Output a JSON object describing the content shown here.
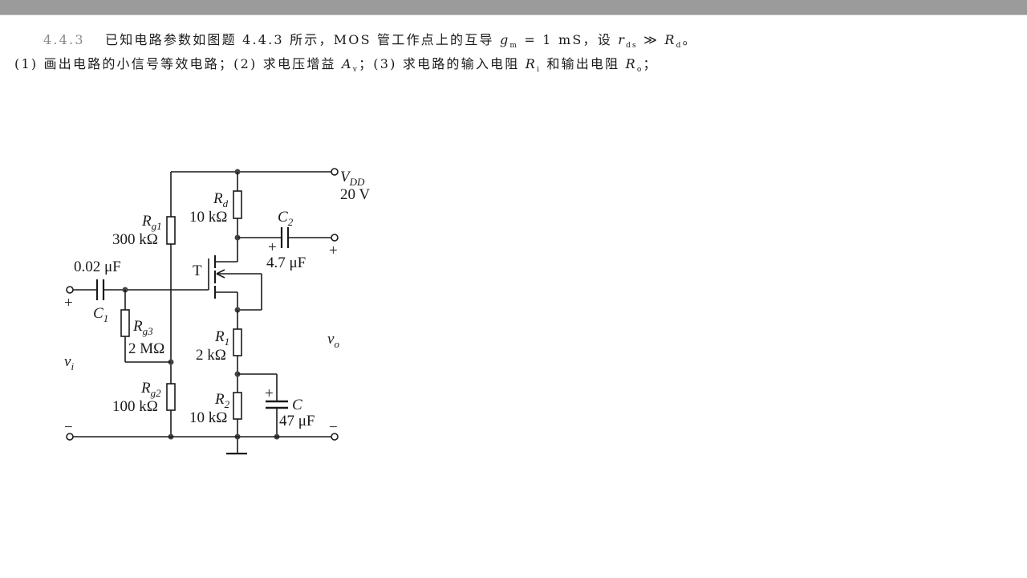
{
  "problem": {
    "number": "4.4.3",
    "statement_prefix": "已知电路参数如图题 4.4.3 所示，MOS 管工作点上的互导 ",
    "gm_symbol": "g",
    "gm_sub": "m",
    "gm_value": " = 1 mS，设 ",
    "rds_symbol": "r",
    "rds_sub": "ds",
    "relation": " ≫ ",
    "rd_symbol": "R",
    "rd_sub": "d",
    "statement_end": "。",
    "q1": "(1) 画出电路的小信号等效电路；",
    "q2_prefix": "(2) 求电压增益 ",
    "av_symbol": "A",
    "av_sub": "v",
    "q2_end": "；",
    "q3_prefix": "(3) 求电路的输入电阻 ",
    "ri_symbol": "R",
    "ri_sub": "i",
    "q3_mid": " 和输出电阻 ",
    "ro_symbol": "R",
    "ro_sub": "o",
    "q3_end": "；"
  },
  "circuit": {
    "vdd": {
      "label": "V",
      "sub": "DD",
      "value": "20 V"
    },
    "rg1": {
      "label": "R",
      "sub": "g1",
      "value": "300 kΩ"
    },
    "rg2": {
      "label": "R",
      "sub": "g2",
      "value": "100 kΩ"
    },
    "rg3": {
      "label": "R",
      "sub": "g3",
      "value": "2 MΩ"
    },
    "rd": {
      "label": "R",
      "sub": "d",
      "value": "10 kΩ"
    },
    "r1": {
      "label": "R",
      "sub": "1",
      "value": "2 kΩ"
    },
    "r2": {
      "label": "R",
      "sub": "2",
      "value": "10 kΩ"
    },
    "c1": {
      "label": "C",
      "sub": "1",
      "value": "0.02 μF"
    },
    "c2": {
      "label": "C",
      "sub": "2",
      "value": "4.7 μF"
    },
    "c": {
      "label": "C",
      "value": "47 μF"
    },
    "transistor": {
      "label": "T"
    },
    "vi": {
      "label": "v",
      "sub": "i"
    },
    "vo": {
      "label": "v",
      "sub": "o"
    },
    "plus": "+",
    "minus": "−"
  },
  "colors": {
    "topbar": "#9b9b9b",
    "ink": "#1a1a1a"
  }
}
